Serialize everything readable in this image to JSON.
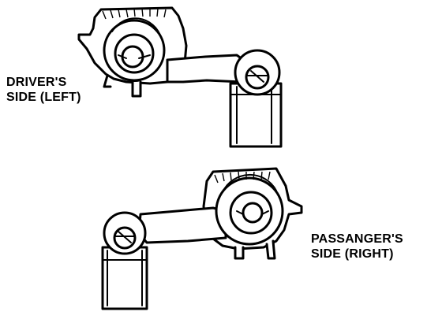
{
  "labels": {
    "driver": {
      "line1": "DRIVER'S",
      "line2": "SIDE (LEFT)"
    },
    "passenger": {
      "line1": "PASSANGER'S",
      "line2": "SIDE (RIGHT)"
    }
  },
  "colors": {
    "ink": "#000000",
    "paper": "#ffffff"
  }
}
